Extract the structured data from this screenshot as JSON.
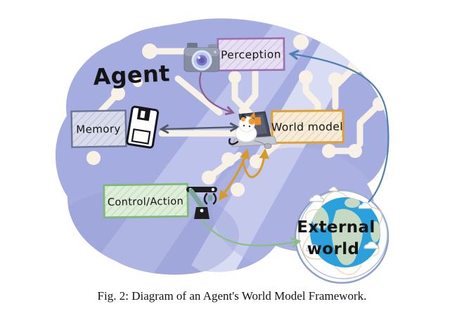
{
  "figure": {
    "caption": "Fig. 2: Diagram of an Agent's World Model Framework."
  },
  "diagram": {
    "agent_label": "Agent",
    "boxes": {
      "perception": {
        "label": "Perception",
        "border_color": "#9c6fae",
        "fill": "#e6e0f2"
      },
      "memory": {
        "label": "Memory",
        "border_color": "#6b7492",
        "fill": "#d8dcea"
      },
      "world_model": {
        "label": "World model",
        "border_color": "#e2a02d",
        "fill": "#f6ecd9"
      },
      "control_action": {
        "label": "Control/Action",
        "border_color": "#7fb878",
        "fill": "#dfeeda"
      }
    },
    "external_world": {
      "line1": "External",
      "line2": "world",
      "outline_color": "#8ba0cb",
      "ocean_color": "#2aa0dc",
      "land_color": "#c6dac3",
      "orbit_color": "#ecd0a0"
    },
    "icons": {
      "camera": "camera-icon",
      "floppy": "floppy-disk-icon",
      "cat_laptop": "cat-laptop-icon",
      "robot_arm": "robot-arm-icon",
      "globe": "globe-icon"
    },
    "connections": [
      {
        "from": "camera-perception",
        "to": "world-model-core",
        "color": "#8a5d8e",
        "arrows": "end"
      },
      {
        "from": "memory-floppy",
        "to": "world-model-core",
        "color": "#4f5563",
        "arrows": "both"
      },
      {
        "from": "world-model-core",
        "to": "robot-gripper",
        "color": "#d89a26",
        "arrows": "both"
      },
      {
        "from": "robot-gripper-loop",
        "to": "world-model-core",
        "color": "#d89a26",
        "arrows": "end"
      },
      {
        "from": "robot-arm",
        "to": "external-world",
        "color": "#8cbf7f",
        "arrows": "end"
      },
      {
        "from": "external-world",
        "to": "perception",
        "color": "#4e7fae",
        "arrows": "end"
      }
    ],
    "colors": {
      "brain": "#a5acdf",
      "brain_band": "#c3c9ee",
      "brain_highlight": "#e2e5f7",
      "circuit_trace": "#f7f2e5"
    }
  }
}
